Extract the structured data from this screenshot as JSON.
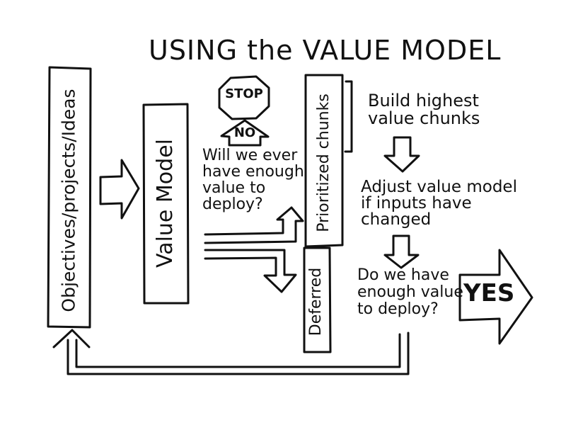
{
  "title": "USING the VALUE MODEL",
  "boxes": {
    "objectives": "Objectives/projects/Ideas",
    "value_model": "Value Model",
    "prioritized": "Prioritized chunks",
    "deferred": "Deferred"
  },
  "stop_sign": {
    "label": "STOP",
    "no_label": "NO"
  },
  "question_deploy_ever": "Will we ever\nhave enough\nvalue to\ndeploy?",
  "steps": {
    "build": "Build highest\nvalue chunks",
    "adjust": "Adjust value model\nif inputs have\nchanged",
    "question_enough": "Do we have\nenough value\nto deploy?"
  },
  "yes_label": "YES",
  "colors": {
    "ink": "#111111",
    "paper": "#ffffff"
  }
}
